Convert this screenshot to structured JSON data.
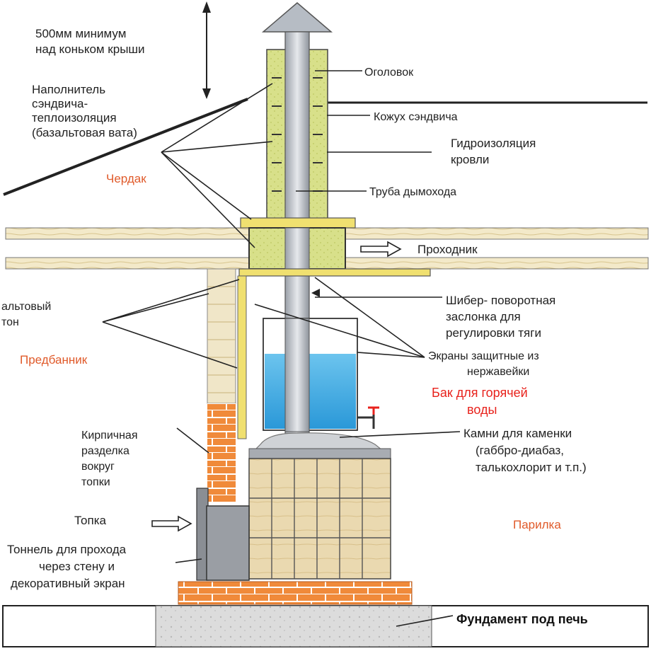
{
  "labels": {
    "height_line1": "500мм минимум",
    "height_line2": "над коньком крыши",
    "filler_line1": "Наполнитель",
    "filler_line2": "сэндвича-",
    "filler_line3": "теплоизоляция",
    "filler_line4": "(базальтовая вата)",
    "cap": "Оголовок",
    "sandwich_casing": "Кожух сэндвича",
    "roof_waterproof_line1": "Гидроизоляция",
    "roof_waterproof_line2": "кровли",
    "chimney_pipe": "Труба дымохода",
    "passage": "Проходник",
    "basalt_line1": "альтовый",
    "basalt_line2": "тон",
    "damper_line1": "Шибер- поворотная",
    "damper_line2": "заслонка для",
    "damper_line3": "регулировки тяги",
    "screens_line1": "Экраны защитные из",
    "screens_line2": "нержавейки",
    "stones_line1": "Камни для каменки",
    "stones_line2": "(габбро-диабаз,",
    "stones_line3": "талькохлорит и т.п.)",
    "brick_line1": "Кирпичная",
    "brick_line2": "разделка",
    "brick_line3": "вокруг",
    "brick_line4": "топки",
    "firebox": "Топка",
    "tunnel_line1": "Тоннель для прохода",
    "tunnel_line2": "через стену и",
    "tunnel_line3": "декоративный экран",
    "foundation": "Фундамент под печь"
  },
  "zones": {
    "attic": "Чердак",
    "anteroom": "Предбанник",
    "steam_room": "Парилка"
  },
  "tank": {
    "line1": "Бак для горячей",
    "line2": "воды"
  },
  "colors": {
    "insulation": "#d9e28f",
    "pipe": "#c9cdd3",
    "wood": "#f0e6c8",
    "brick": "#f08a3a",
    "water": "#3aa7e0",
    "zone_text": "#e05a2a",
    "tank_text": "#e8221c"
  }
}
